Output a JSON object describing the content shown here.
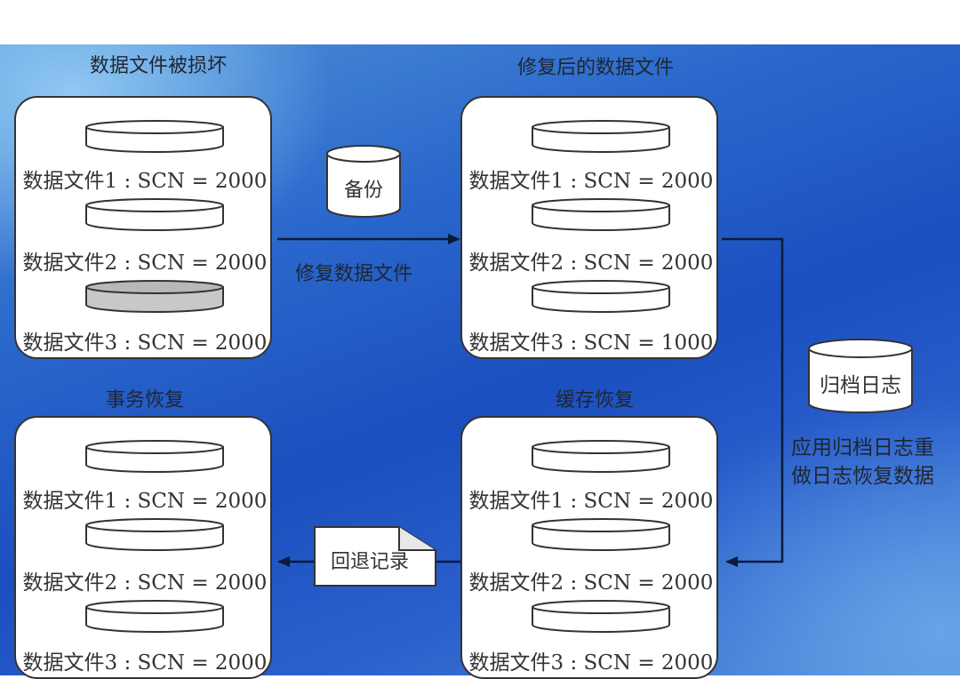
{
  "panels": {
    "damaged": {
      "title": "数据文件被损坏",
      "files": [
        "数据文件1 : SCN = 2000",
        "数据文件2 : SCN = 2000",
        "数据文件3 : SCN = 2000"
      ],
      "damaged_index": 2
    },
    "repaired": {
      "title": "修复后的数据文件",
      "files": [
        "数据文件1 : SCN = 2000",
        "数据文件2 : SCN = 2000",
        "数据文件3 : SCN = 1000"
      ]
    },
    "transaction": {
      "title": "事务恢复",
      "files": [
        "数据文件1 : SCN = 2000",
        "数据文件2 : SCN = 2000",
        "数据文件3 : SCN = 2000"
      ]
    },
    "cache": {
      "title": "缓存恢复",
      "files": [
        "数据文件1 : SCN = 2000",
        "数据文件2 : SCN = 2000",
        "数据文件3 : SCN = 2000"
      ]
    }
  },
  "backup_label": "备份",
  "repair_label": "修复数据文件",
  "archive_label": "归档日志",
  "apply_log_label": [
    "应用归档日志重",
    "做日志恢复数据"
  ],
  "rollback_label": "回退记录",
  "colors": {
    "background_top": "#4f93d8",
    "background_mid": "#1b4fbf",
    "damaged_disk": "#c8c8c8",
    "arrow": "#0d1a3a"
  }
}
